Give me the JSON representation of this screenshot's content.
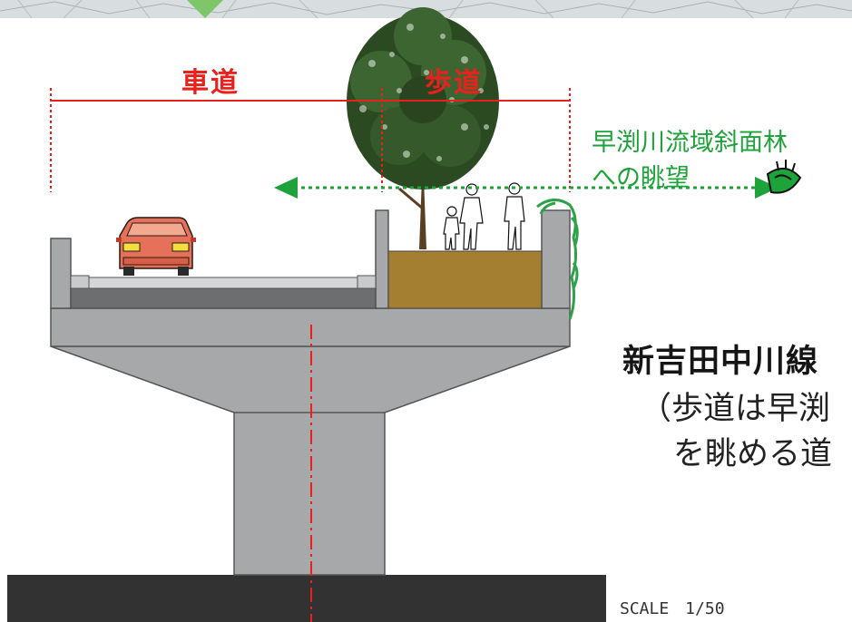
{
  "labels": {
    "roadway": "車道",
    "sidewalk": "歩道",
    "view_line1": "早渕川流域斜面林",
    "view_line2": "への眺望",
    "title": "新吉田中川線",
    "subtitle_line1": "（歩道は早渕",
    "subtitle_line2": "を眺める道",
    "scale": "SCALE　1/50"
  },
  "colors": {
    "dimension": "#e8211d",
    "view_arrow": "#1ea23a",
    "concrete": "#a7a8aa",
    "ground": "#323232",
    "planter_soil": "#a47f31",
    "car_body": "#e5715a",
    "foliage": "#2c4a22",
    "trunk": "#5a3e22"
  },
  "icons": [
    "car-icon",
    "tree-icon",
    "pedestrians-icon",
    "eye-icon",
    "climbing-vine-icon"
  ]
}
